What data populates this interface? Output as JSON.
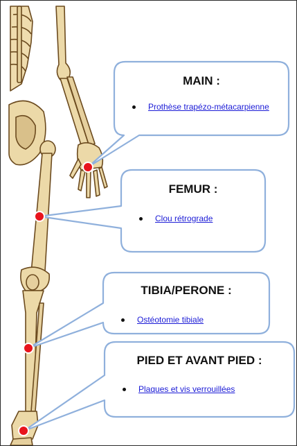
{
  "callouts": [
    {
      "title": "MAIN :",
      "link": "Prothèse trapézo-métacarpienne"
    },
    {
      "title": "FEMUR :",
      "link": "Clou rétrograde"
    },
    {
      "title": "TIBIA/PERONE :",
      "link": "Ostéotomie tibiale"
    },
    {
      "title": "PIED ET AVANT PIED :",
      "link": "Plaques et vis verrouillées"
    }
  ],
  "colors": {
    "bone_fill": "#ecd9a8",
    "bone_stroke": "#6b4a1e",
    "marker": "#e8141c",
    "callout_border": "#8fb0dc",
    "link": "#1a1ad6"
  }
}
